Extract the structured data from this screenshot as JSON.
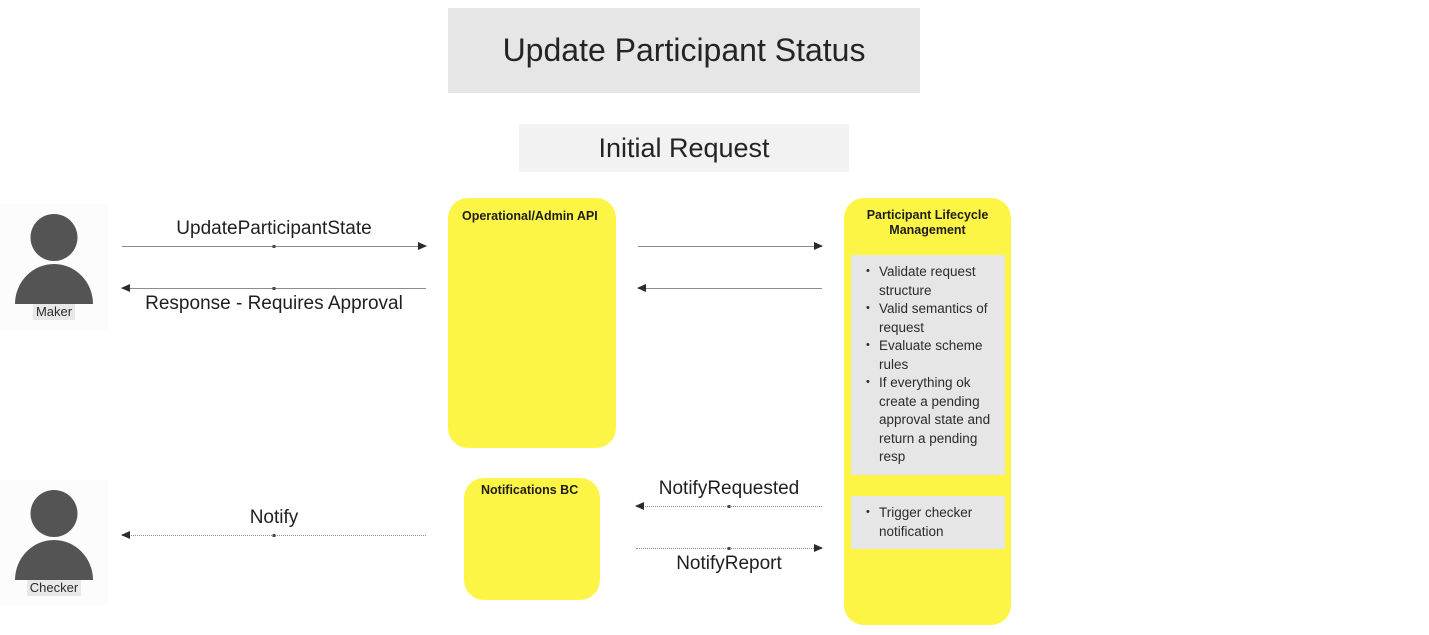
{
  "diagram": {
    "title": "Update Participant Status",
    "phase": "Initial Request"
  },
  "actors": [
    {
      "id": "maker",
      "label": "Maker",
      "icon": "person-icon"
    },
    {
      "id": "checker",
      "label": "Checker",
      "icon": "person-icon"
    }
  ],
  "components": [
    {
      "id": "operational-api",
      "title": "Operational/Admin API"
    },
    {
      "id": "notifications-bc",
      "title": "Notifications BC"
    },
    {
      "id": "participant-lifecycle",
      "title": "Participant Lifecycle Management",
      "notes": [
        {
          "id": "validation",
          "bullets": [
            "Validate request structure",
            "Valid semantics of request",
            "Evaluate scheme rules",
            "If everything ok create a pending approval state and return a pending resp"
          ]
        },
        {
          "id": "trigger",
          "bullets": [
            "Trigger checker notification"
          ]
        }
      ]
    }
  ],
  "messages": [
    {
      "id": "update-participant-state",
      "label": "UpdateParticipantState",
      "direction": "right",
      "style": "solid",
      "from": "maker",
      "to": "operational-api"
    },
    {
      "id": "response-requires-approval",
      "label": "Response - Requires Approval",
      "direction": "left",
      "style": "solid",
      "from": "operational-api",
      "to": "maker"
    },
    {
      "id": "api-to-plm",
      "label": "",
      "direction": "right",
      "style": "solid",
      "from": "operational-api",
      "to": "participant-lifecycle"
    },
    {
      "id": "plm-to-api",
      "label": "",
      "direction": "left",
      "style": "solid",
      "from": "participant-lifecycle",
      "to": "operational-api"
    },
    {
      "id": "notify-requested",
      "label": "NotifyRequested",
      "direction": "left",
      "style": "dotted",
      "from": "participant-lifecycle",
      "to": "notifications-bc"
    },
    {
      "id": "notify-report",
      "label": "NotifyReport",
      "direction": "right",
      "style": "dotted",
      "from": "notifications-bc",
      "to": "participant-lifecycle"
    },
    {
      "id": "notify",
      "label": "Notify",
      "direction": "left",
      "style": "dotted",
      "from": "notifications-bc",
      "to": "checker"
    }
  ],
  "colors": {
    "component_fill": "#fdf545",
    "note_fill": "#e6e6e6",
    "title_banner_fill": "#e6e6e6",
    "phase_banner_fill": "#f2f2f2",
    "actor_glyph": "#545454",
    "line": "#8c8c8c",
    "text": "#1f1f1f"
  }
}
